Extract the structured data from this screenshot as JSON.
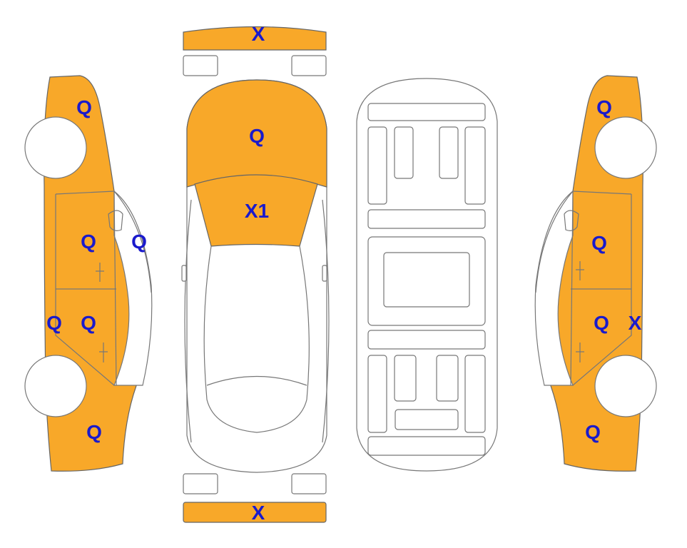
{
  "colors": {
    "damage_fill": "#F8A829",
    "marker_text": "#1A1ACC",
    "outline": "#777777",
    "background": "#FFFFFF"
  },
  "views": {
    "left_side": {
      "markers": {
        "front": "Q",
        "windshield_pillar": "Q",
        "front_door": "Q",
        "rear_door": "Q",
        "rocker": "Q",
        "rear": "Q"
      }
    },
    "top": {
      "markers": {
        "front_bumper": "X",
        "hood": "Q",
        "windshield": "X1",
        "rear_bumper": "X"
      }
    },
    "underside": {},
    "right_side": {
      "markers": {
        "front": "Q",
        "front_door": "Q",
        "rear_door": "Q",
        "rocker": "X",
        "rear": "Q"
      }
    }
  }
}
